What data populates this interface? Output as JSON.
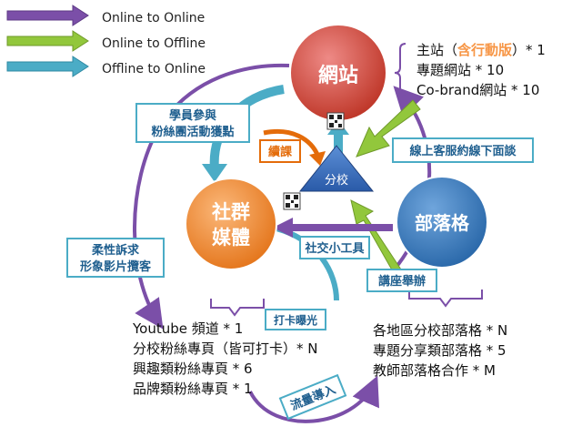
{
  "legend": [
    {
      "label": "Online to Online",
      "color": "#7b4fa8"
    },
    {
      "label": "Online to Offline",
      "color": "#92c73c"
    },
    {
      "label": "Offline to Online",
      "color": "#4bacc6"
    }
  ],
  "nodes": {
    "website": {
      "label": "網站",
      "color": "#d9534f"
    },
    "social": {
      "label_line1": "社群",
      "label_line2": "媒體",
      "color": "#f79646"
    },
    "blog": {
      "label": "部落格",
      "color": "#3d7fc1"
    },
    "branch": {
      "label": "分校",
      "color": "#3467b7"
    }
  },
  "website_list": {
    "line1_prefix": "主站（",
    "line1_highlight": "含行動版",
    "line1_suffix": "）* 1",
    "line2": "專題網站 * 10",
    "line3": "Co-brand網站 * 10",
    "highlight_color": "#f79646"
  },
  "social_list": [
    "Youtube 頻道 * 1",
    "分校粉絲專頁（皆可打卡）* N",
    "興趣類粉絲專頁 * 6",
    "品牌類粉絲專頁 * 1"
  ],
  "blog_list": [
    "各地區分校部落格 * N",
    "專題分享類部落格 * 5",
    "教師部落格合作 * M"
  ],
  "labels": {
    "student_line1": "學員參與",
    "student_line2": "粉絲團活動獲點",
    "soft_line1": "柔性訴求",
    "soft_line2": "形象影片攬客",
    "online_service": "線上客服約線下面談",
    "social_tool": "社交小工具",
    "lecture": "講座舉辦",
    "checkin": "打卡曝光",
    "traffic": "流量導入",
    "course": "續課"
  },
  "colors": {
    "label_border": "#4bacc6",
    "label_text": "#1f5f8f",
    "course_color": "#e46c0a",
    "purple": "#7b4fa8",
    "green": "#92c73c",
    "teal": "#4bacc6"
  }
}
